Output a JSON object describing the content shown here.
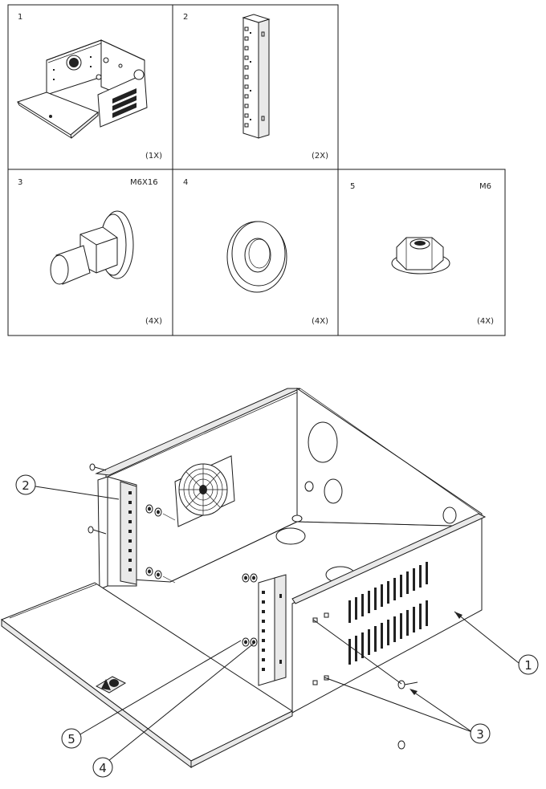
{
  "parts_table": {
    "cells": [
      {
        "number": "1",
        "spec": "",
        "quantity": "(1X)",
        "part": "cabinet-body"
      },
      {
        "number": "2",
        "spec": "",
        "quantity": "(2X)",
        "part": "mounting-rail"
      },
      {
        "number": "3",
        "spec": "M6X16",
        "quantity": "(4X)",
        "part": "cage-screw"
      },
      {
        "number": "4",
        "spec": "",
        "quantity": "(4X)",
        "part": "washer"
      },
      {
        "number": "5",
        "spec": "M6",
        "quantity": "(4X)",
        "part": "flange-nut"
      }
    ]
  },
  "assembly": {
    "callouts": [
      {
        "number": "1",
        "target": "cabinet-body"
      },
      {
        "number": "2",
        "target": "mounting-rail"
      },
      {
        "number": "3",
        "target": "cage-screw"
      },
      {
        "number": "4",
        "target": "washer"
      },
      {
        "number": "5",
        "target": "flange-nut"
      }
    ]
  }
}
